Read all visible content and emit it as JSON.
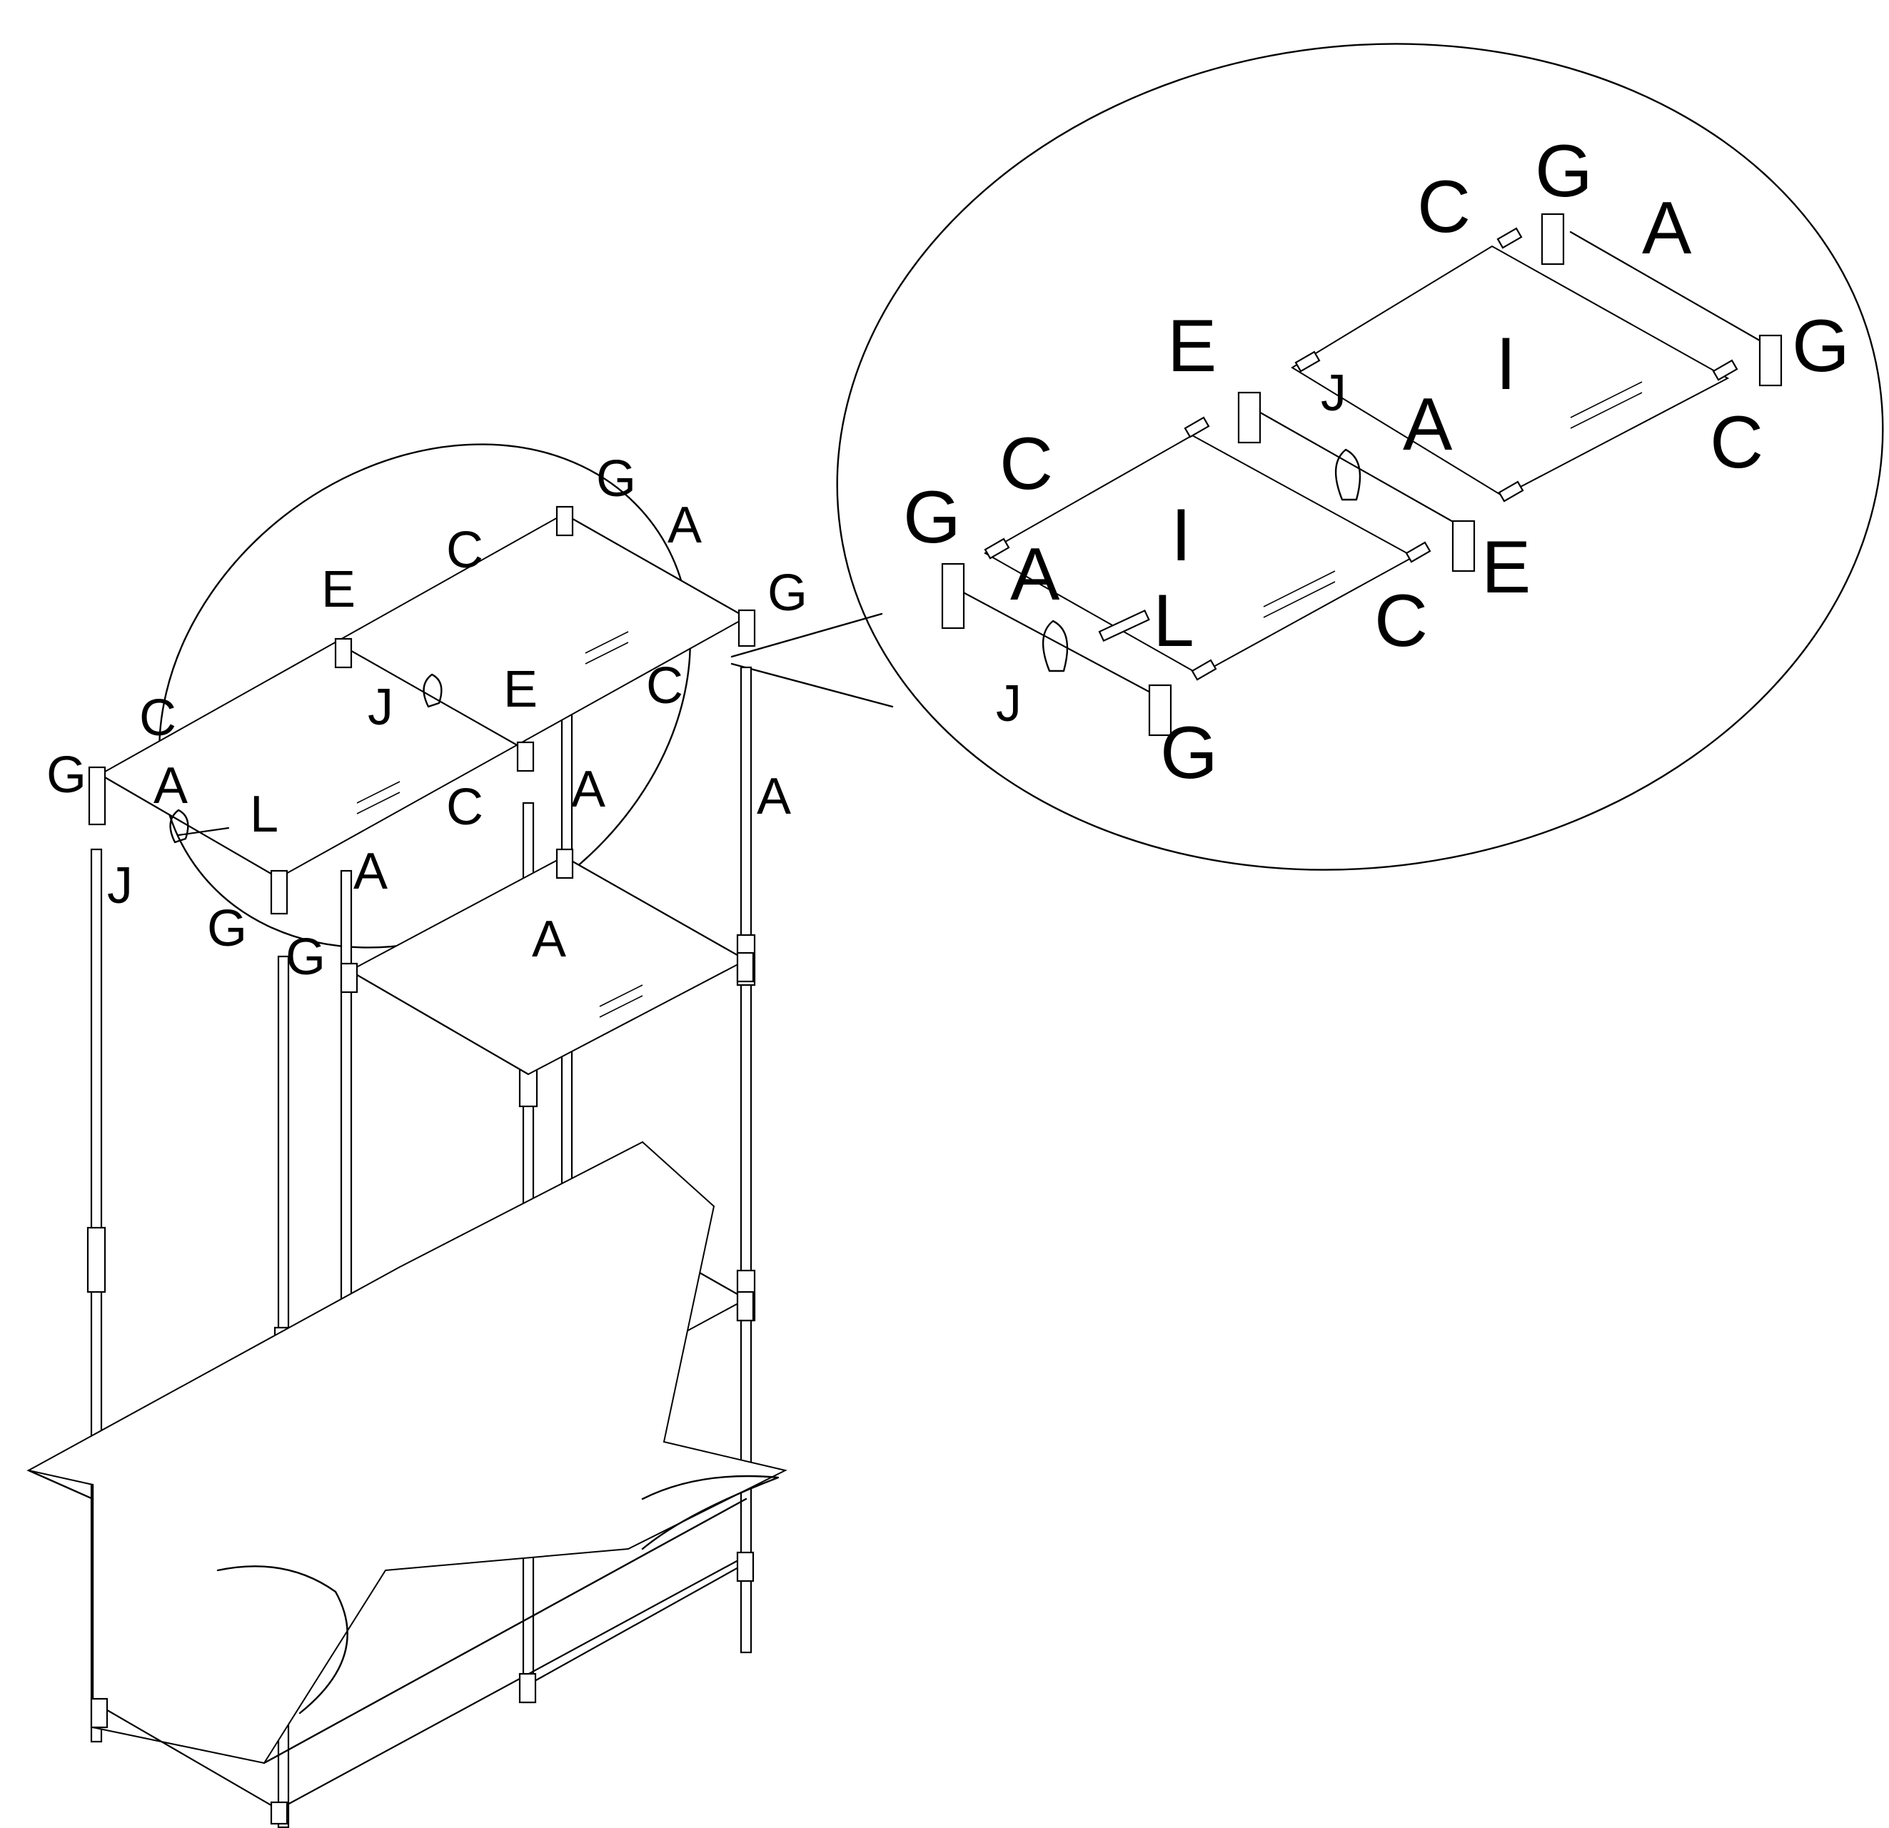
{
  "diagram": {
    "title": "",
    "main_labels": [
      "G",
      "C",
      "A",
      "E",
      "G",
      "C",
      "J",
      "E",
      "C",
      "G",
      "A",
      "A",
      "L",
      "C",
      "A",
      "J",
      "A",
      "G",
      "A",
      "G"
    ],
    "detail_labels": [
      "C",
      "G",
      "A",
      "E",
      "I",
      "G",
      "J",
      "A",
      "C",
      "C",
      "G",
      "I",
      "E",
      "A",
      "L",
      "C",
      "J",
      "G"
    ]
  }
}
